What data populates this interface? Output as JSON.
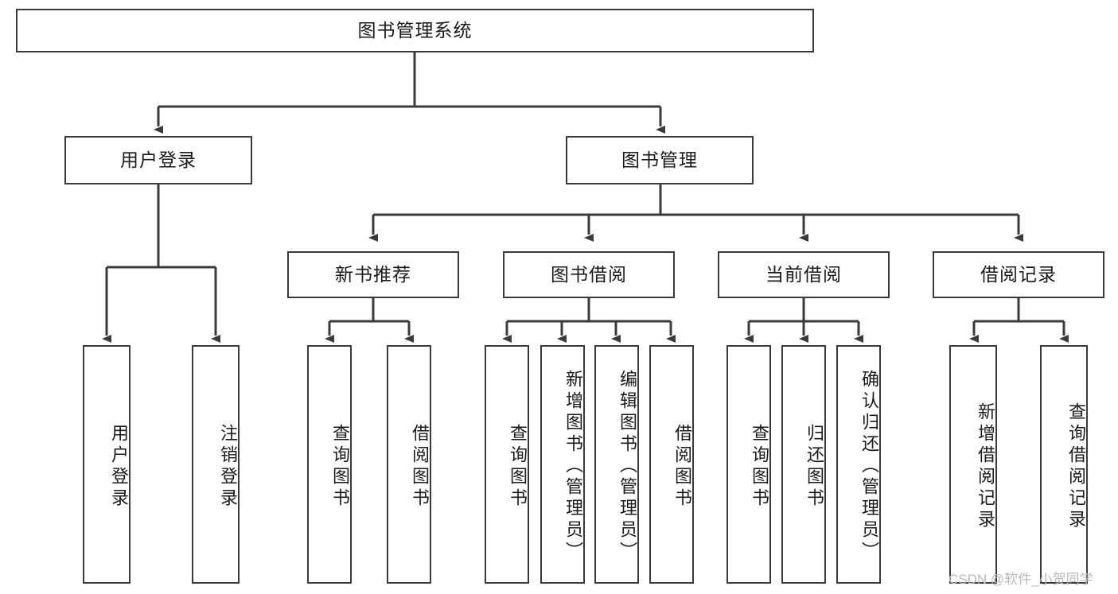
{
  "diagram": {
    "title": "图书管理系统",
    "type": "tree-hierarchy",
    "root": {
      "id": "root",
      "label": "图书管理系统"
    },
    "level2": [
      {
        "id": "user-login",
        "label": "用户登录"
      },
      {
        "id": "book-manage",
        "label": "图书管理"
      }
    ],
    "level3": [
      {
        "id": "new-book-rec",
        "label": "新书推荐"
      },
      {
        "id": "book-borrow",
        "label": "图书借阅"
      },
      {
        "id": "current-borrow",
        "label": "当前借阅"
      },
      {
        "id": "borrow-record",
        "label": "借阅记录"
      }
    ],
    "leaves": [
      {
        "id": "leaf-user-login",
        "label": "用户登录",
        "parent": "user-login"
      },
      {
        "id": "leaf-logout",
        "label": "注销登录",
        "parent": "user-login"
      },
      {
        "id": "leaf-query-book-1",
        "label": "查询图书",
        "parent": "new-book-rec"
      },
      {
        "id": "leaf-borrow-book-1",
        "label": "借阅图书",
        "parent": "new-book-rec"
      },
      {
        "id": "leaf-query-book-2",
        "label": "查询图书",
        "parent": "book-borrow"
      },
      {
        "id": "leaf-add-book",
        "label": "新增图书（管理员）",
        "parent": "book-borrow"
      },
      {
        "id": "leaf-edit-book",
        "label": "编辑图书（管理员）",
        "parent": "book-borrow"
      },
      {
        "id": "leaf-borrow-book-2",
        "label": "借阅图书",
        "parent": "book-borrow"
      },
      {
        "id": "leaf-query-book-3",
        "label": "查询图书",
        "parent": "current-borrow"
      },
      {
        "id": "leaf-return-book",
        "label": "归还图书",
        "parent": "current-borrow"
      },
      {
        "id": "leaf-confirm-return",
        "label": "确认归还（管理员）",
        "parent": "current-borrow"
      },
      {
        "id": "leaf-add-record",
        "label": "新增借阅记录",
        "parent": "borrow-record"
      },
      {
        "id": "leaf-query-record",
        "label": "查询借阅记录",
        "parent": "borrow-record"
      }
    ],
    "colors": {
      "stroke": "#3a3a3a",
      "fill": "#ffffff",
      "text": "#1a1a1a",
      "watermark": "#b9b9b9"
    }
  },
  "watermark": {
    "text": "CSDN @软件_小贺同学"
  }
}
